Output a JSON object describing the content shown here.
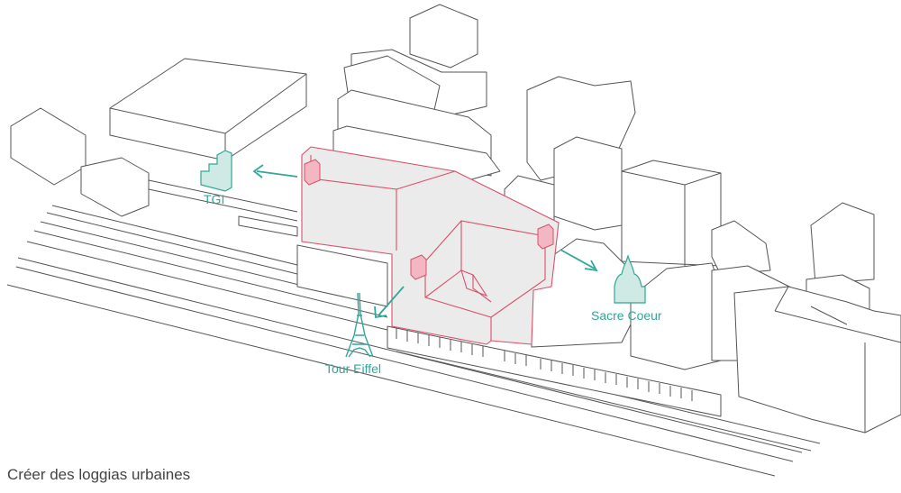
{
  "colors": {
    "accent": "#2fa899",
    "accent_fill": "#cfe9e4",
    "site_outline": "#d9506a",
    "loggia_fill": "#f2b7c2",
    "site_fill": "#ebebeb",
    "line": "#555555"
  },
  "labels": {
    "tgi": "TGI",
    "tour_eiffel": "Tour Eiffel",
    "sacre_coeur": "Sacre Coeur"
  },
  "icons": {
    "tgi": "building-icon",
    "tour_eiffel": "eiffel-tower-icon",
    "sacre_coeur": "basilica-icon"
  },
  "caption": "Créer des loggias urbaines"
}
